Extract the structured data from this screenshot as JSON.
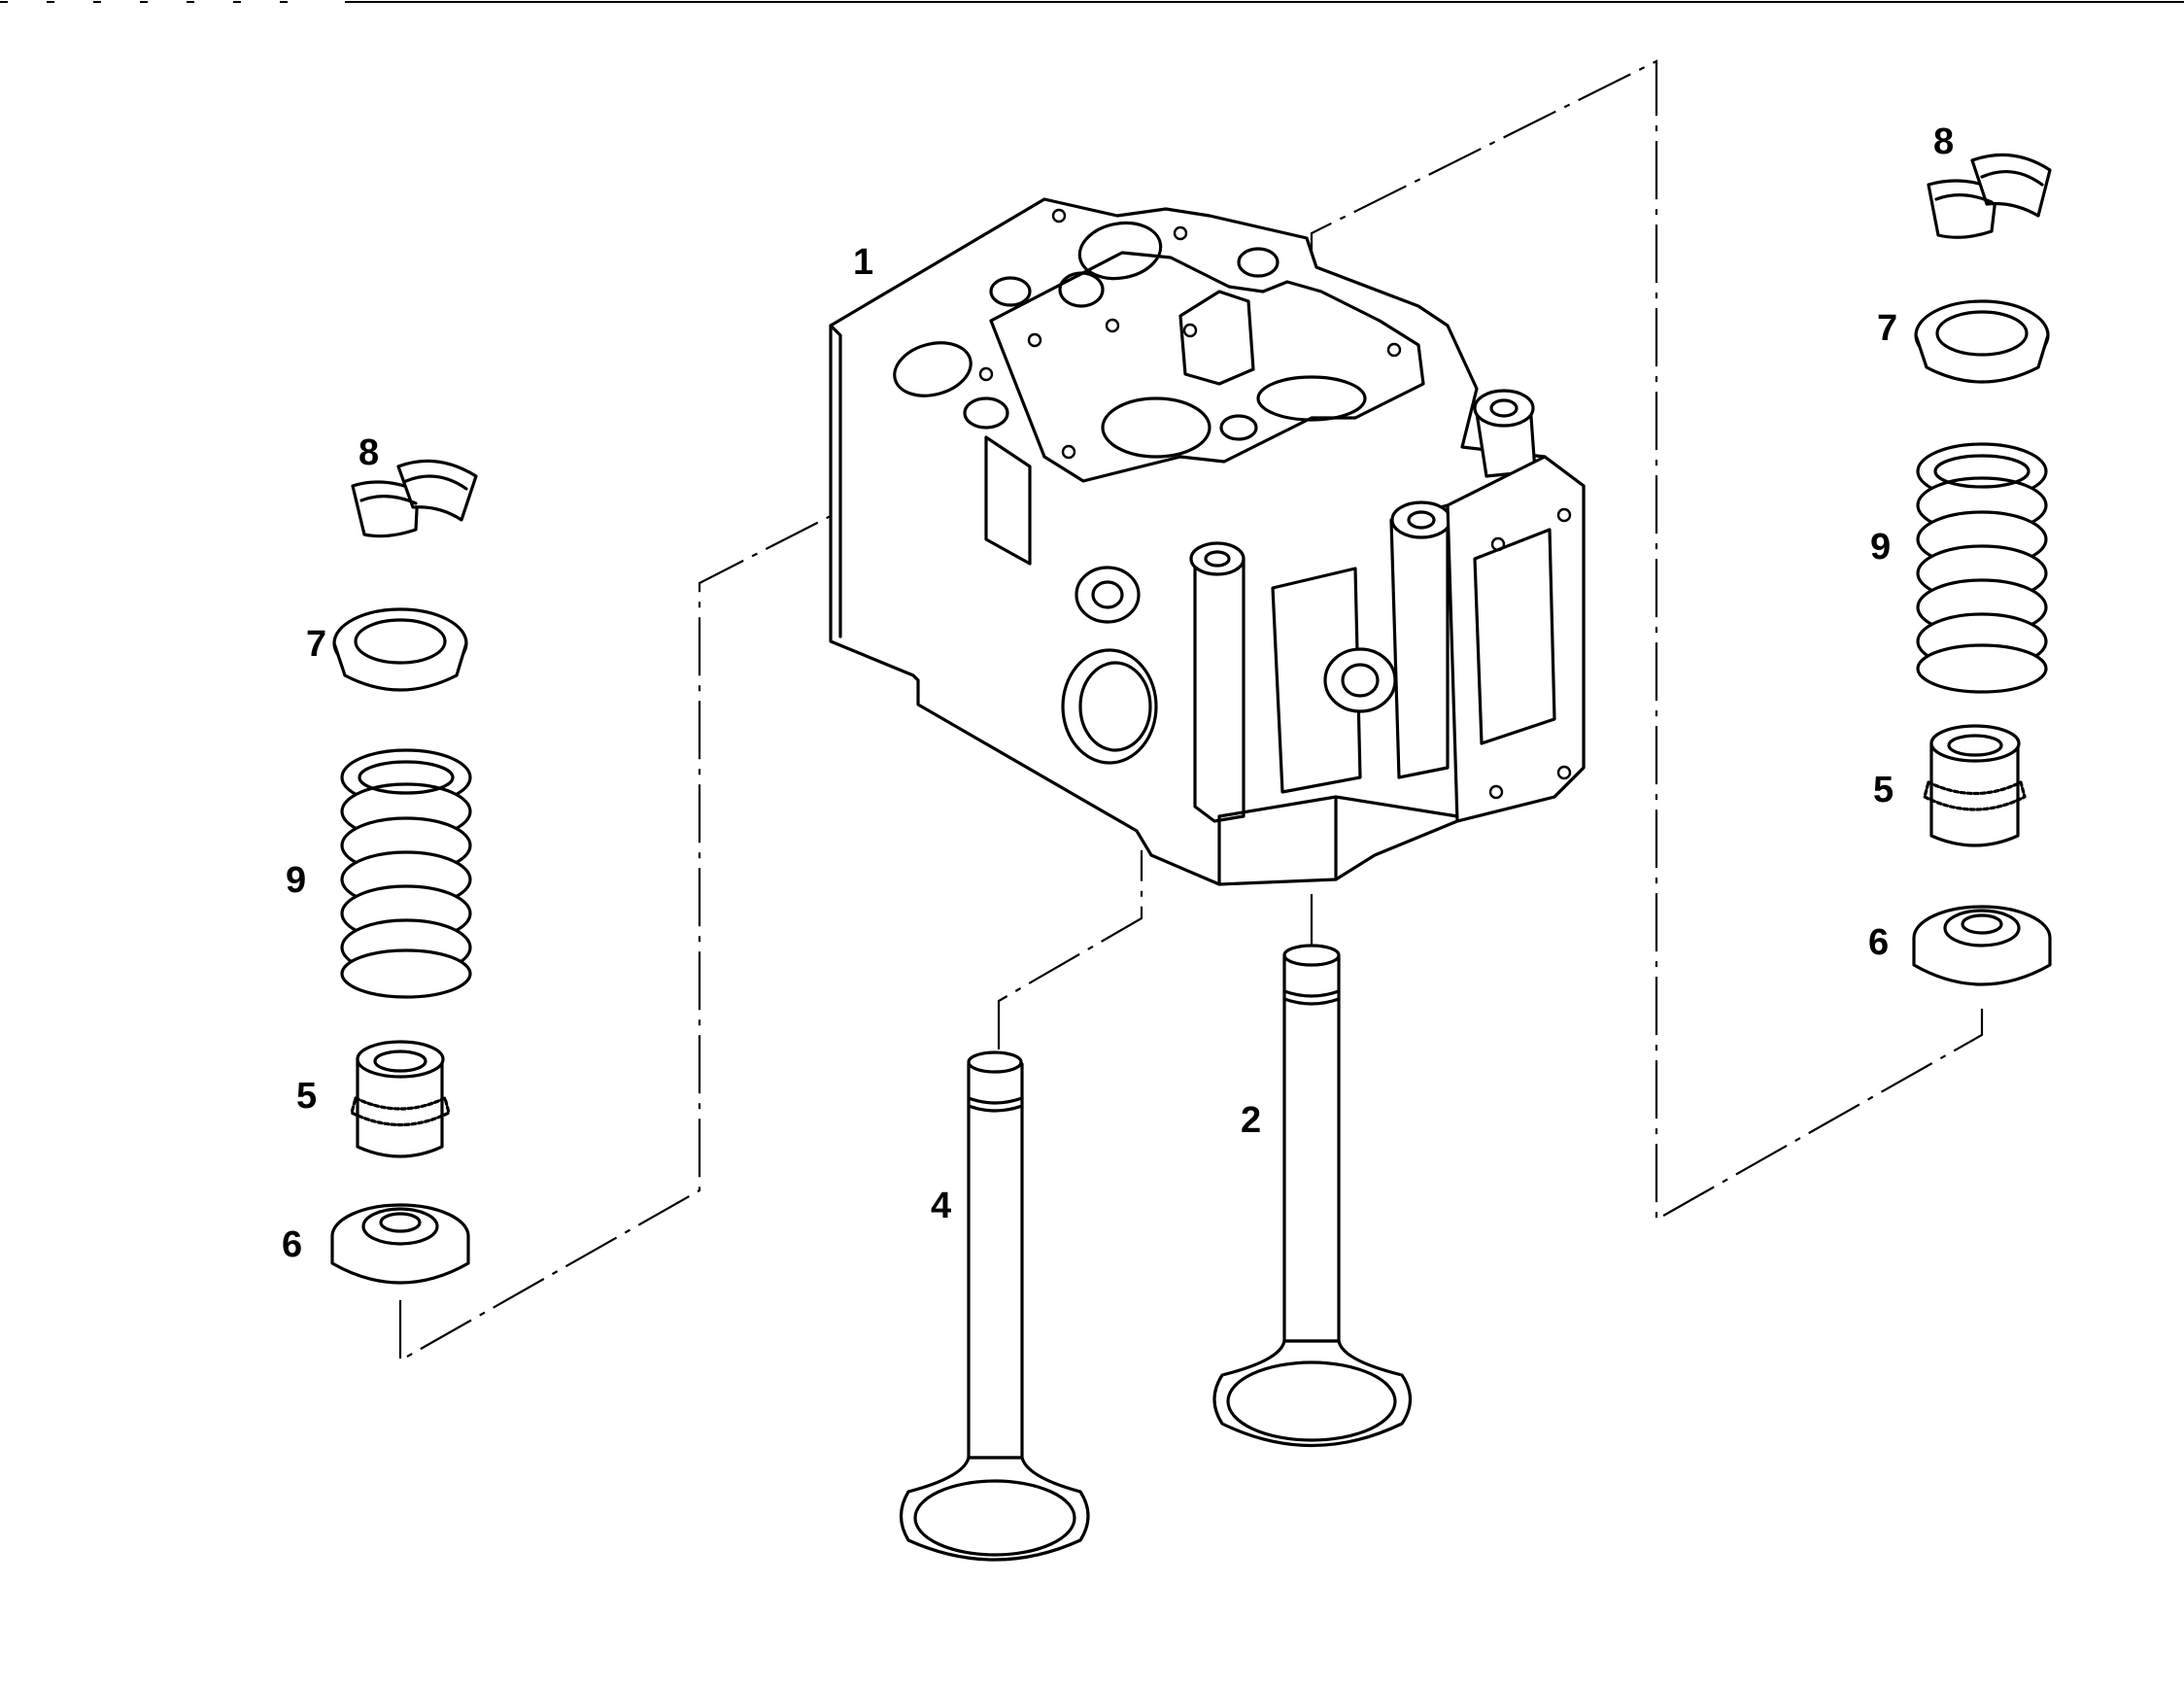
{
  "callouts": {
    "cylinder_head": "1",
    "valve_exhaust": "2",
    "valve_intake": "4",
    "left_guide": "5",
    "left_seat": "6",
    "left_retainer": "7",
    "left_keepers": "8",
    "left_spring": "9",
    "right_guide": "5",
    "right_seat": "6",
    "right_retainer": "7",
    "right_keepers": "8",
    "right_spring": "9"
  },
  "style": {
    "line_color": "#000000",
    "background": "#ffffff"
  }
}
